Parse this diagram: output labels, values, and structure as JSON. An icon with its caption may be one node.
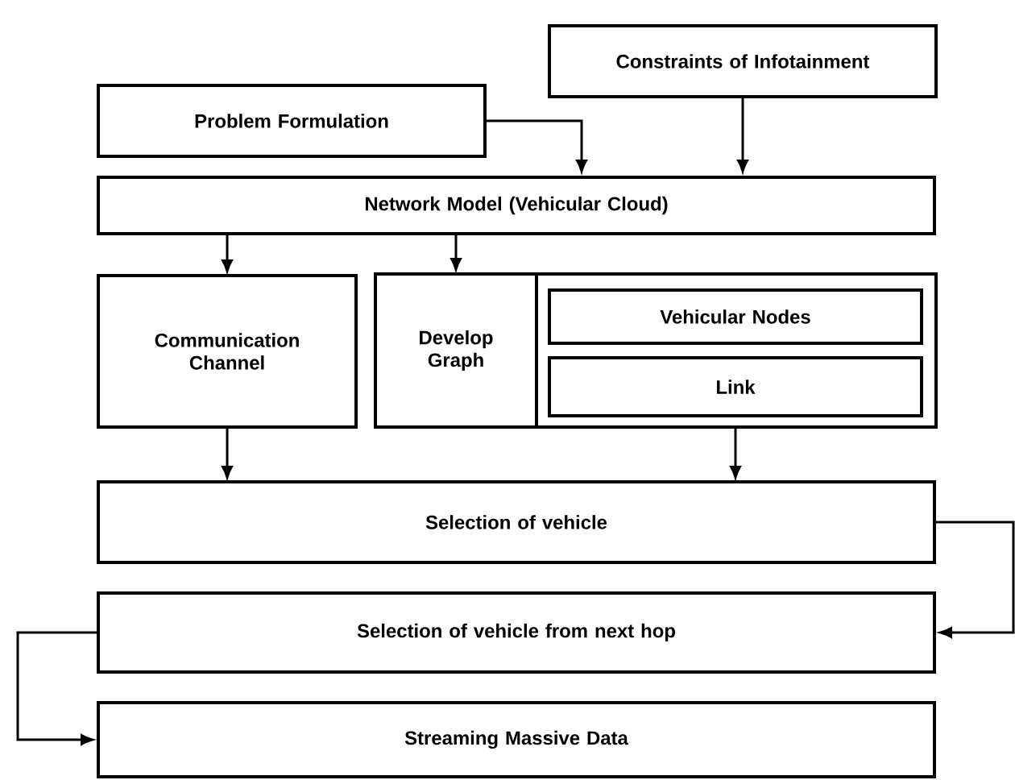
{
  "diagram": {
    "nodes": [
      {
        "text": [
          "Constraints of Infotainment"
        ]
      },
      {
        "text": [
          "Problem Formulation"
        ]
      },
      {
        "text": [
          "Network Model (Vehicular Cloud)"
        ]
      },
      {
        "text": [
          "Communication Channel"
        ]
      },
      {
        "text": [
          "Develop Graph"
        ]
      },
      {
        "text": [],
        "shape": "box"
      },
      {
        "text": [
          "Vehicular Nodes"
        ],
        "in": 5
      },
      {
        "text": [
          "Link"
        ],
        "in": 5
      },
      {
        "text": [
          "Selection of vehicle"
        ]
      },
      {
        "text": [
          "Selection of vehicle from next hop"
        ]
      },
      {
        "text": [
          "Streaming Massive Data"
        ]
      }
    ],
    "edges": [
      {
        "from": 1,
        "to": 2,
        "arrow": "to"
      },
      {
        "from": 0,
        "to": 2,
        "arrow": "to"
      },
      {
        "from": 2,
        "to": 3,
        "arrow": "to"
      },
      {
        "from": 2,
        "to": 4,
        "arrow": "to"
      },
      {
        "from": 3,
        "to": 8,
        "arrow": "to"
      },
      {
        "from": 5,
        "to": 8,
        "arrow": "to"
      },
      {
        "from": 8,
        "to": 9,
        "arrow": "to"
      },
      {
        "from": 9,
        "to": 10,
        "arrow": "to"
      }
    ]
  }
}
